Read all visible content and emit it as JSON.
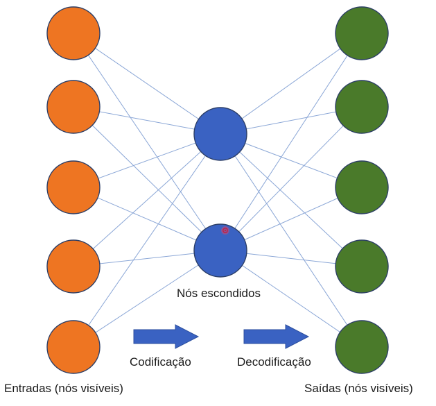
{
  "labels": {
    "hidden": "Nós escondidos",
    "encode": "Codificação",
    "decode": "Decodificação",
    "inputs": "Entradas (nós visíveis)",
    "outputs": "Saídas (nós visíveis)"
  },
  "layers": {
    "input": {
      "count": 5,
      "color": "#ee7522"
    },
    "hidden": {
      "count": 2,
      "color": "#3a62c2"
    },
    "output": {
      "count": 5,
      "color": "#4a7a2a"
    }
  },
  "colors": {
    "edge": "#8aa6d6",
    "arrow": "#3a62c2",
    "node_stroke": "#2c3e66",
    "cursor": "#e5486a"
  },
  "icons": {
    "arrow": "right-arrow-icon",
    "cursor": "cursor-dot-icon"
  }
}
